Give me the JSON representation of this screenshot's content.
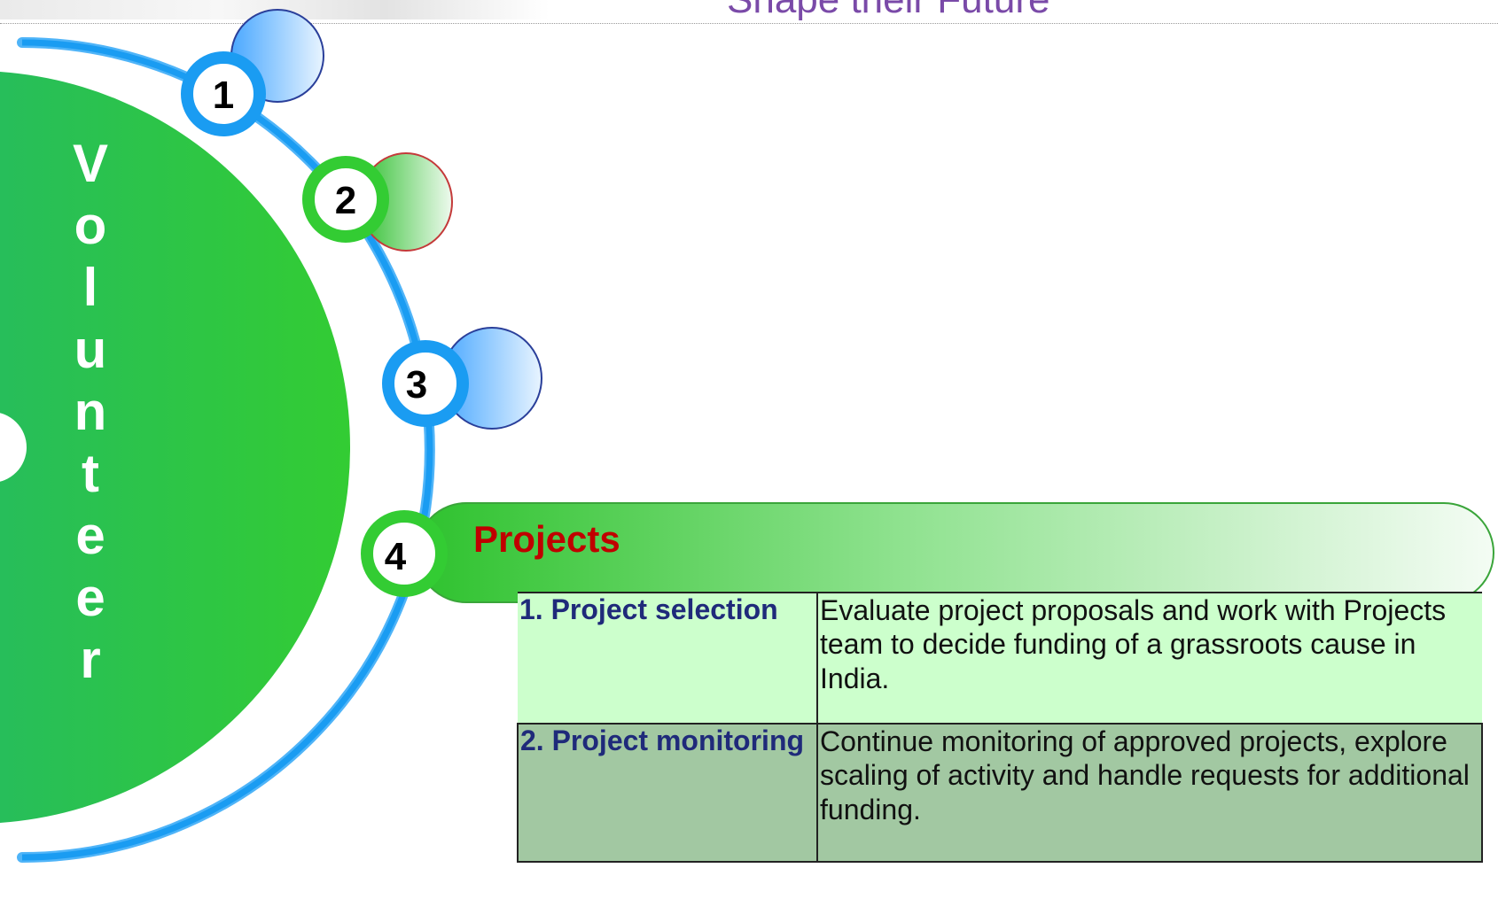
{
  "header": {
    "title": "Shape their Future"
  },
  "side_panel": {
    "word_letters": [
      "V",
      "o",
      "l",
      "u",
      "n",
      "t",
      "e",
      "e",
      "r"
    ]
  },
  "steps": [
    {
      "number": "1",
      "color": "#1a9cf2",
      "bubble": "blue"
    },
    {
      "number": "2",
      "color": "#33cc33",
      "bubble": "green"
    },
    {
      "number": "3",
      "color": "#1a9cf2",
      "bubble": "blue"
    },
    {
      "number": "4",
      "color": "#33cc33",
      "bubble": "banner"
    }
  ],
  "active_section": {
    "title": "Projects",
    "tasks": [
      {
        "name": "1. Project selection",
        "description": "Evaluate project proposals and work with Projects team to decide funding of a grassroots cause in India."
      },
      {
        "name": "2. Project monitoring",
        "description": "Continue monitoring of approved projects, explore scaling of activity and handle requests for additional funding."
      }
    ]
  },
  "colors": {
    "blue_ring": "#1a9cf2",
    "green_ring": "#33cc33",
    "title_red": "#c00000",
    "row1_bg": "#ccffcc",
    "row2_bg": "#a2c8a2"
  }
}
